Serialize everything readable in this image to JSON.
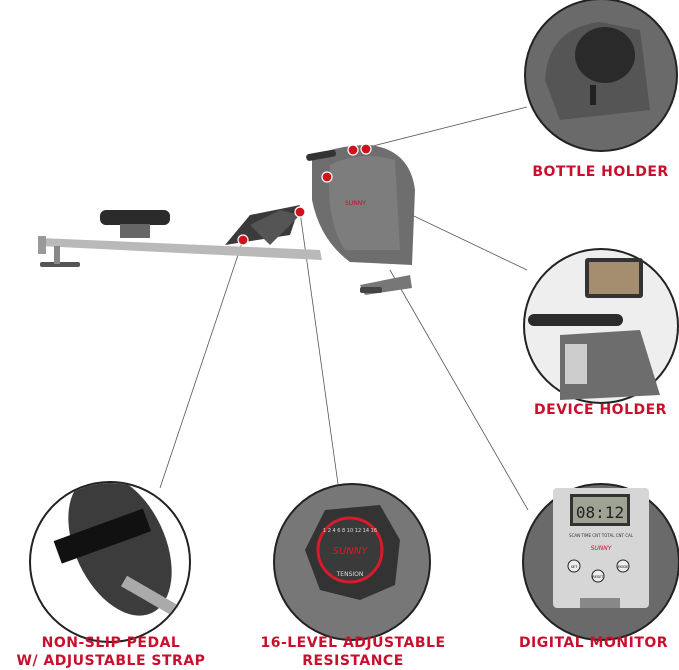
{
  "brand": "SUNNY",
  "accent_color": "#c8102e",
  "callouts": {
    "bottle_holder": "BOTTLE HOLDER",
    "device_holder": "DEVICE HOLDER",
    "pedal_line1": "NON-SLIP PEDAL",
    "pedal_line2": "W/ ADJUSTABLE STRAP",
    "resistance_line1": "16-LEVEL ADJUSTABLE",
    "resistance_line2": "RESISTANCE",
    "monitor": "DIGITAL MONITOR"
  },
  "monitor": {
    "display": "08:12",
    "metrics": "SCAN TIME CNT TOTAL CNT CAL",
    "buttons": [
      "SET",
      "RESET",
      "MODE"
    ]
  },
  "dial": {
    "scale": "1 2 4 6 8 10 12 14 16",
    "label": "TENSION"
  }
}
